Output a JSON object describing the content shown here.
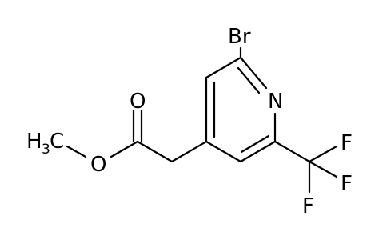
{
  "molecule": {
    "atoms": {
      "bromine": "Br",
      "nitrogen": "N",
      "carbonyl_oxygen": "O",
      "ester_oxygen": "O",
      "methyl_carbon": "H",
      "methyl_subscript": "3",
      "methyl_c": "C",
      "fluorine_1": "F",
      "fluorine_2": "F",
      "fluorine_3": "F"
    },
    "colors": {
      "bond": "#000000",
      "text": "#000000",
      "background": "#ffffff"
    }
  }
}
